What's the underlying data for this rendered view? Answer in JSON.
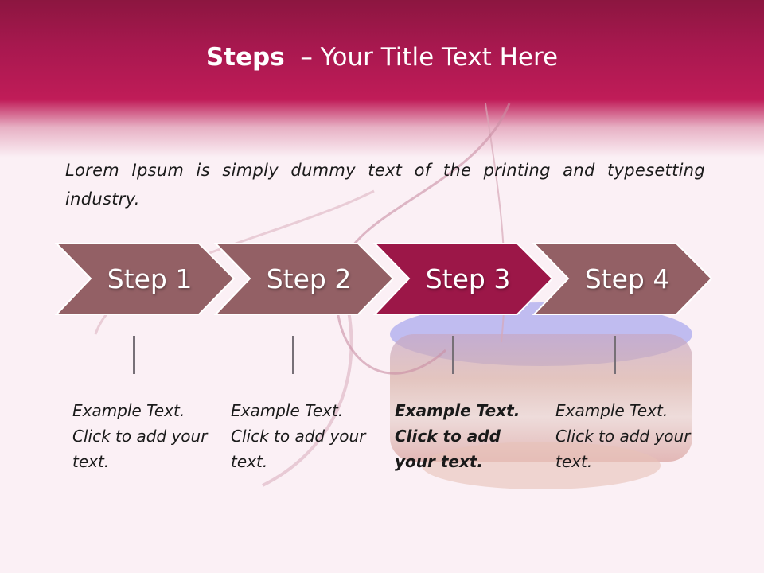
{
  "title": {
    "bold": "Steps",
    "rest": "  – Your Title Text Here"
  },
  "intro": "Lorem Ipsum is simply dummy text of the printing and typesetting industry.",
  "colors": {
    "header": "#a8184f",
    "step_inactive": "#936065",
    "step_active": "#9c1748",
    "background": "#fbf0f5"
  },
  "steps": [
    {
      "label": "Step 1",
      "text": "Example Text. Click  to add your text.",
      "active": false
    },
    {
      "label": "Step 2",
      "text": "Example Text. Click  to add your text.",
      "active": false
    },
    {
      "label": "Step 3",
      "text": "Example Text. Click  to add your text.",
      "active": true
    },
    {
      "label": "Step 4",
      "text": "Example Text. Click  to add your text.",
      "active": false
    }
  ]
}
